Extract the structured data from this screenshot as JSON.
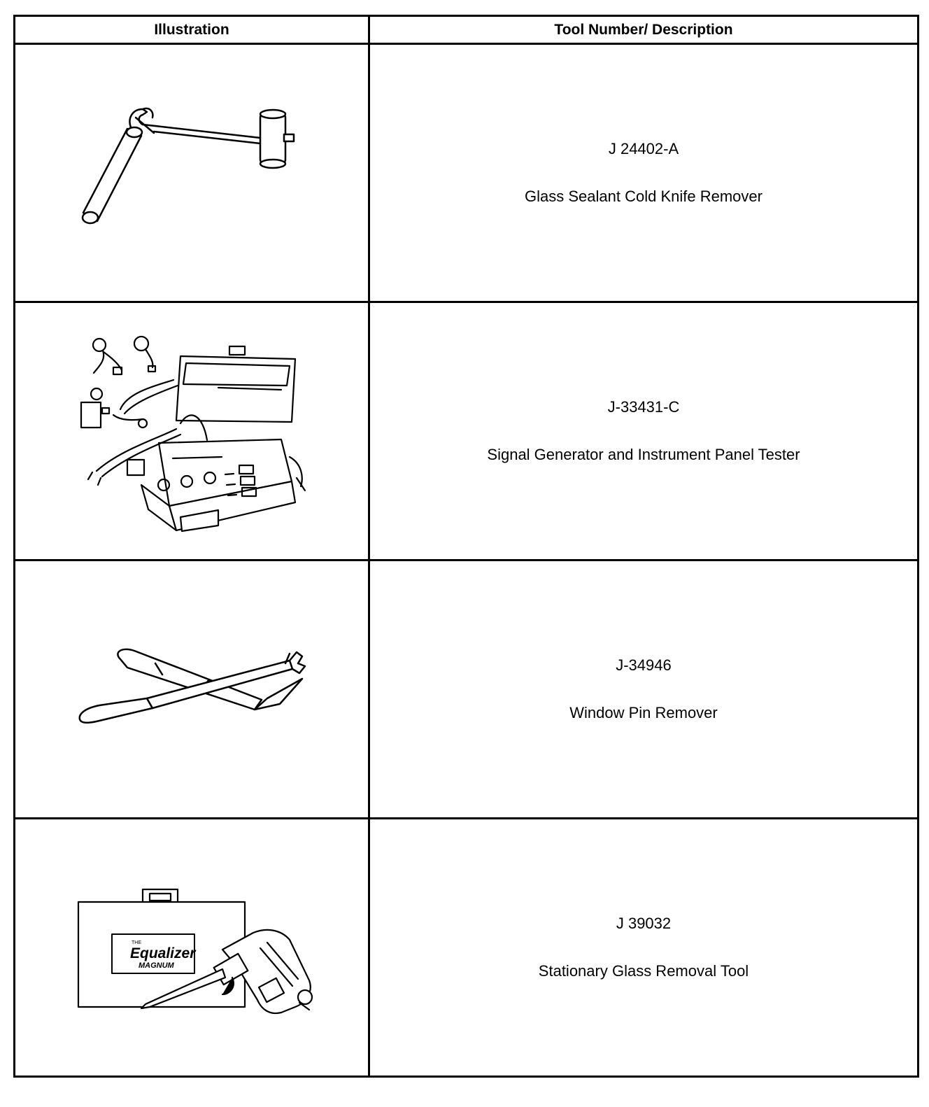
{
  "table": {
    "headers": [
      "Illustration",
      "Tool Number/ Description"
    ],
    "rows": [
      {
        "tool_number": "J 24402-A",
        "description": "Glass Sealant Cold Knife Remover",
        "illustration": "cold-knife-remover-drawing"
      },
      {
        "tool_number": "J-33431-C",
        "description": "Signal Generator and Instrument Panel Tester",
        "illustration": "signal-generator-case-drawing"
      },
      {
        "tool_number": "J-34946",
        "description": "Window Pin Remover",
        "illustration": "window-pin-remover-drawing"
      },
      {
        "tool_number": "J 39032",
        "description": "Stationary Glass Removal Tool",
        "illustration": "glass-removal-tool-drawing"
      }
    ]
  },
  "illustration_text": {
    "case_logo_small": "THE",
    "case_logo_main": "Equalizer",
    "case_logo_sub": "MAGNUM"
  }
}
